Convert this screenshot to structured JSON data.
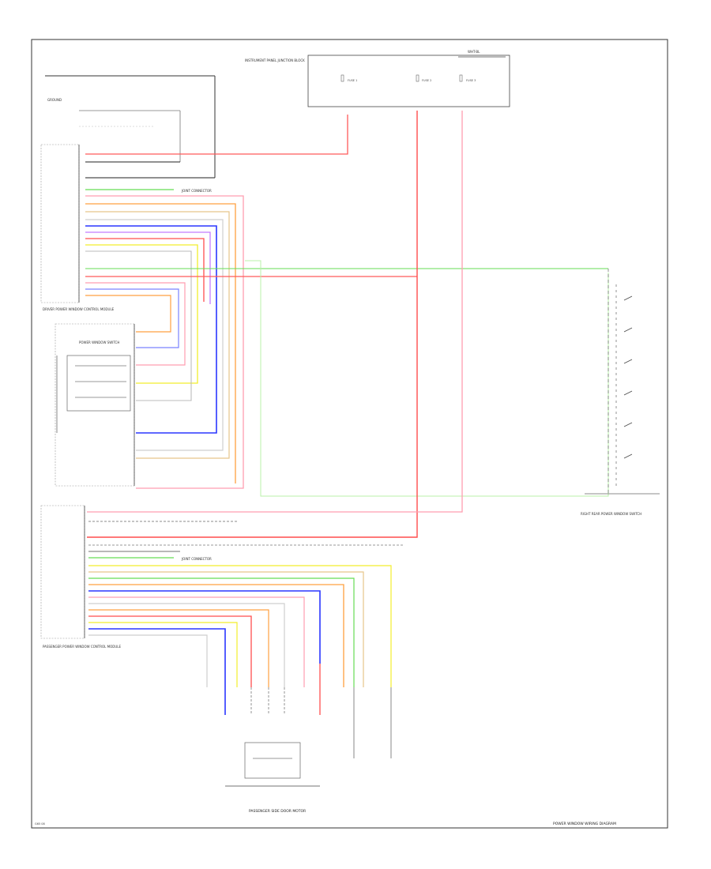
{
  "page_code": "G65 08",
  "diagram_title": "POWER WINDOW WIRING DIAGRAM",
  "colors": {
    "red": "#ff4d4d",
    "pink": "#ff9eb0",
    "green": "#66dd55",
    "lightgreen": "#b8f0a8",
    "yellow": "#f2ee2c",
    "orange": "#ffa040",
    "blue": "#2a36ff",
    "violet": "#c27cff",
    "gray": "#9a9a9a",
    "lightgray": "#cfcfcf",
    "tan": "#e6c58a",
    "black": "#1a1a1a"
  },
  "components": {
    "relay_box": {
      "title": "INSTRUMENT PANEL JUNCTION BLOCK",
      "fuse_top": "WHT-BL",
      "fuses": [
        "FUSE 1",
        "FUSE 2",
        "FUSE 3"
      ]
    },
    "ground_top": {
      "label": "GROUND"
    },
    "driver_module": {
      "title": "DRIVER POWER WINDOW CONTROL MODULE"
    },
    "left_switch": {
      "title": "POWER WINDOW SWITCH"
    },
    "passenger_module": {
      "title": "PASSENGER POWER WINDOW CONTROL MODULE"
    },
    "right_switch": {
      "title": "RIGHT REAR POWER WINDOW SWITCH"
    },
    "bottom_motor": {
      "title": "PASSENGER SIDE DOOR MOTOR"
    },
    "joint_top": {
      "label": "JOINT CONNECTOR"
    },
    "joint_bottom": {
      "label": "JOINT CONNECTOR"
    }
  }
}
